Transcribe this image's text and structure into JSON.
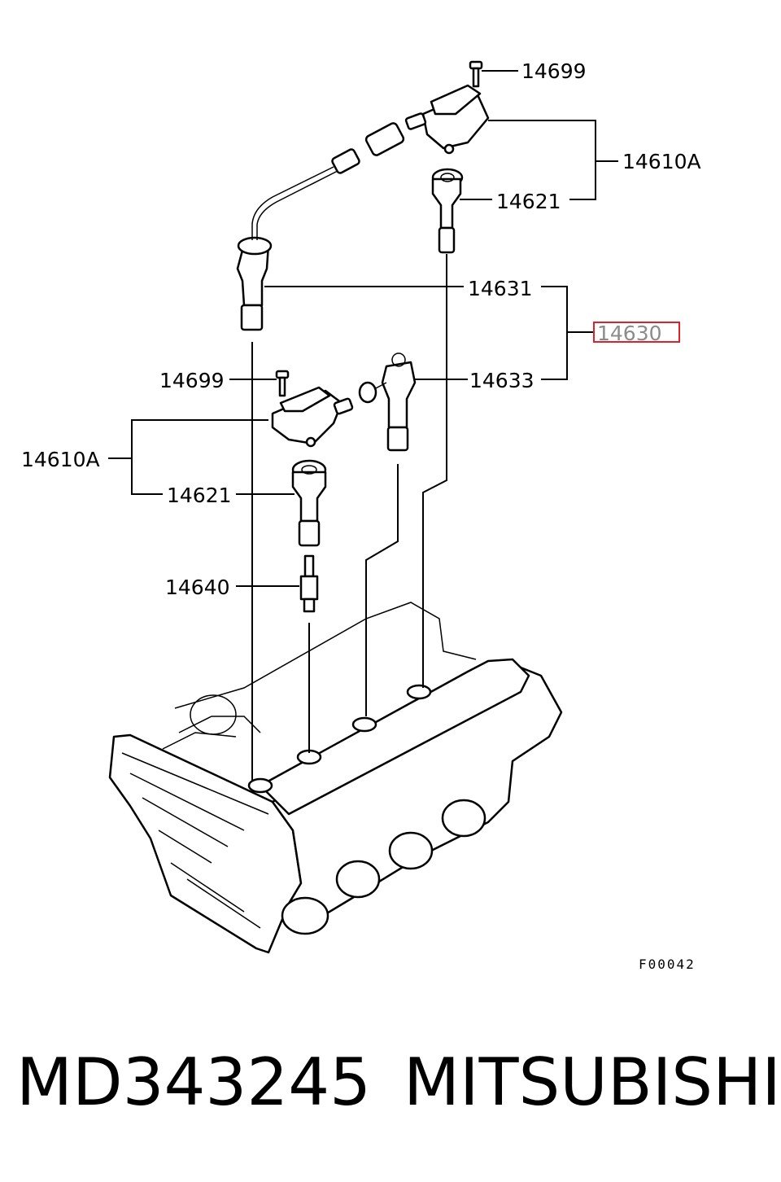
{
  "labels": {
    "bolt_top": "14699",
    "coil_top": "14610A",
    "boot_top": "14621",
    "cable_1": "14631",
    "cable_set": "14630",
    "cable_2": "14633",
    "bolt_mid": "14699",
    "coil_mid": "14610A",
    "boot_mid": "14621",
    "spark_plug": "14640"
  },
  "figure_code": "F00042",
  "footer": {
    "part_number": "MD343245",
    "brand": "MITSUBISHI"
  },
  "colors": {
    "line": "#000000",
    "highlight_box": "#e0202a",
    "highlight_text": "#8c8c8c"
  }
}
